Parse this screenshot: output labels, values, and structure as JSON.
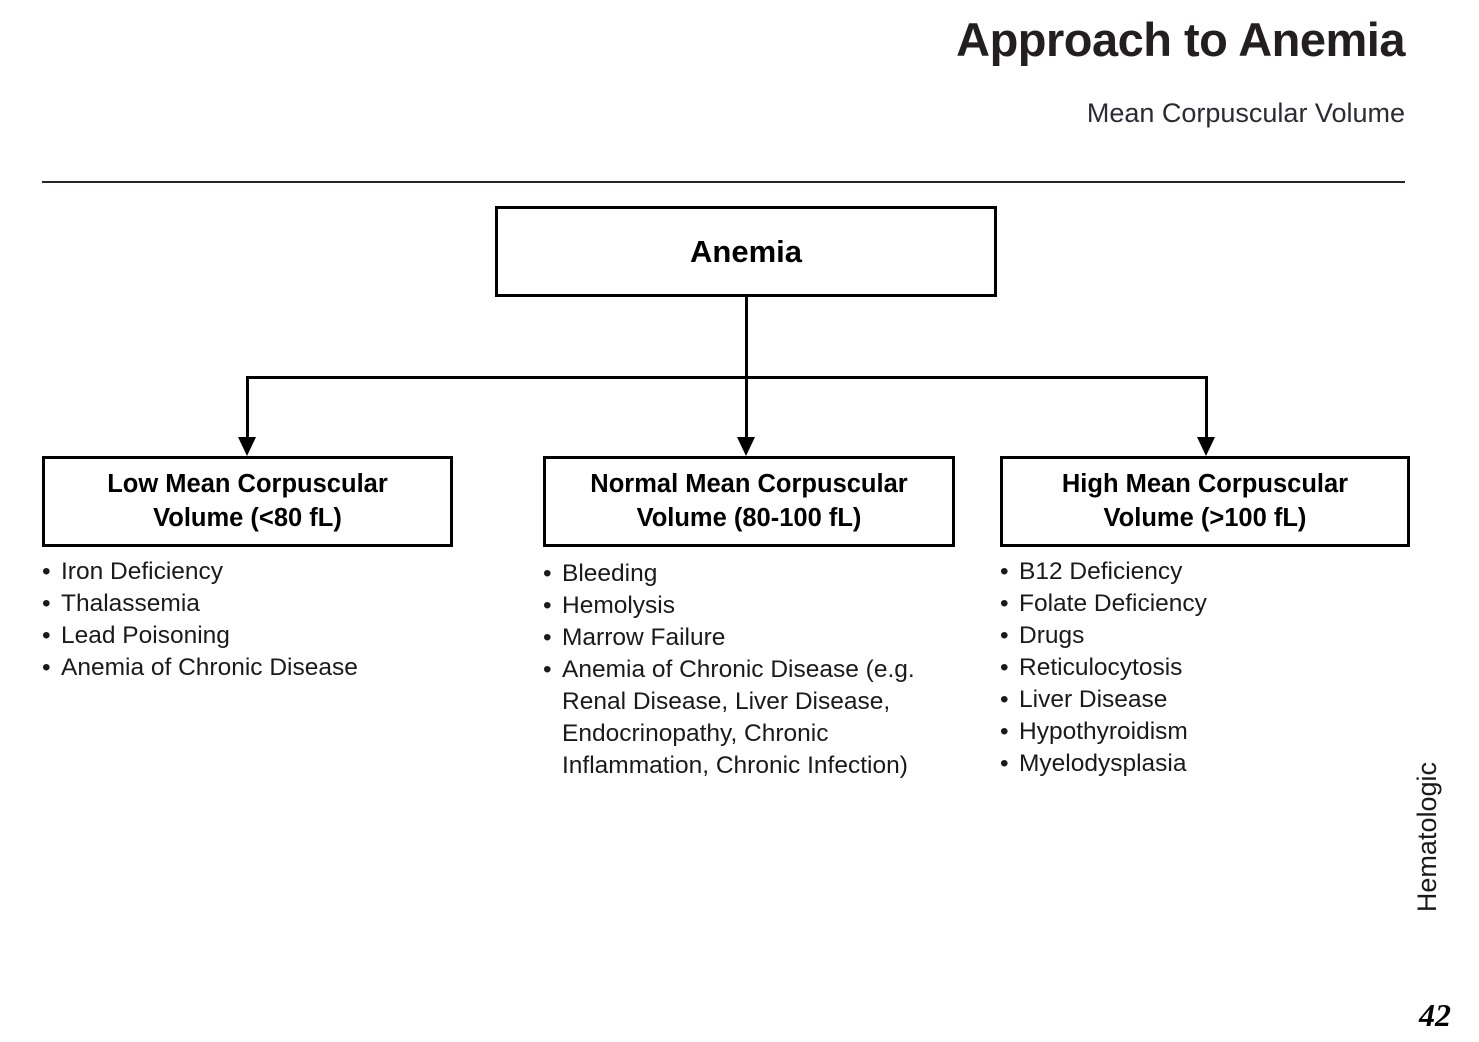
{
  "header": {
    "title": "Approach to Anemia",
    "subtitle": "Mean Corpuscular Volume"
  },
  "flowchart": {
    "root": {
      "label": "Anemia"
    },
    "branches": [
      {
        "id": "low",
        "label_line1": "Low Mean Corpuscular",
        "label_line2": "Volume (<80 fL)",
        "items": [
          "Iron Deficiency",
          "Thalassemia",
          "Lead Poisoning",
          "Anemia of Chronic Disease"
        ]
      },
      {
        "id": "normal",
        "label_line1": "Normal Mean Corpuscular",
        "label_line2": "Volume (80-100 fL)",
        "items": [
          "Bleeding",
          "Hemolysis",
          "Marrow Failure",
          "Anemia of Chronic Disease (e.g. Renal Disease, Liver Disease, Endocrinopathy, Chronic Inflammation, Chronic Infection)"
        ]
      },
      {
        "id": "high",
        "label_line1": "High Mean Corpuscular",
        "label_line2": "Volume (>100 fL)",
        "items": [
          "B12 Deficiency",
          "Folate Deficiency",
          "Drugs",
          "Reticulocytosis",
          "Liver Disease",
          "Hypothyroidism",
          "Myelodysplasia"
        ]
      }
    ]
  },
  "footer": {
    "section": "Hematologic",
    "page_number": "42"
  },
  "colors": {
    "text": "#1a1a1a",
    "title": "#231f20",
    "rule": "#2a2428",
    "box_border": "#000000",
    "background": "#ffffff"
  }
}
